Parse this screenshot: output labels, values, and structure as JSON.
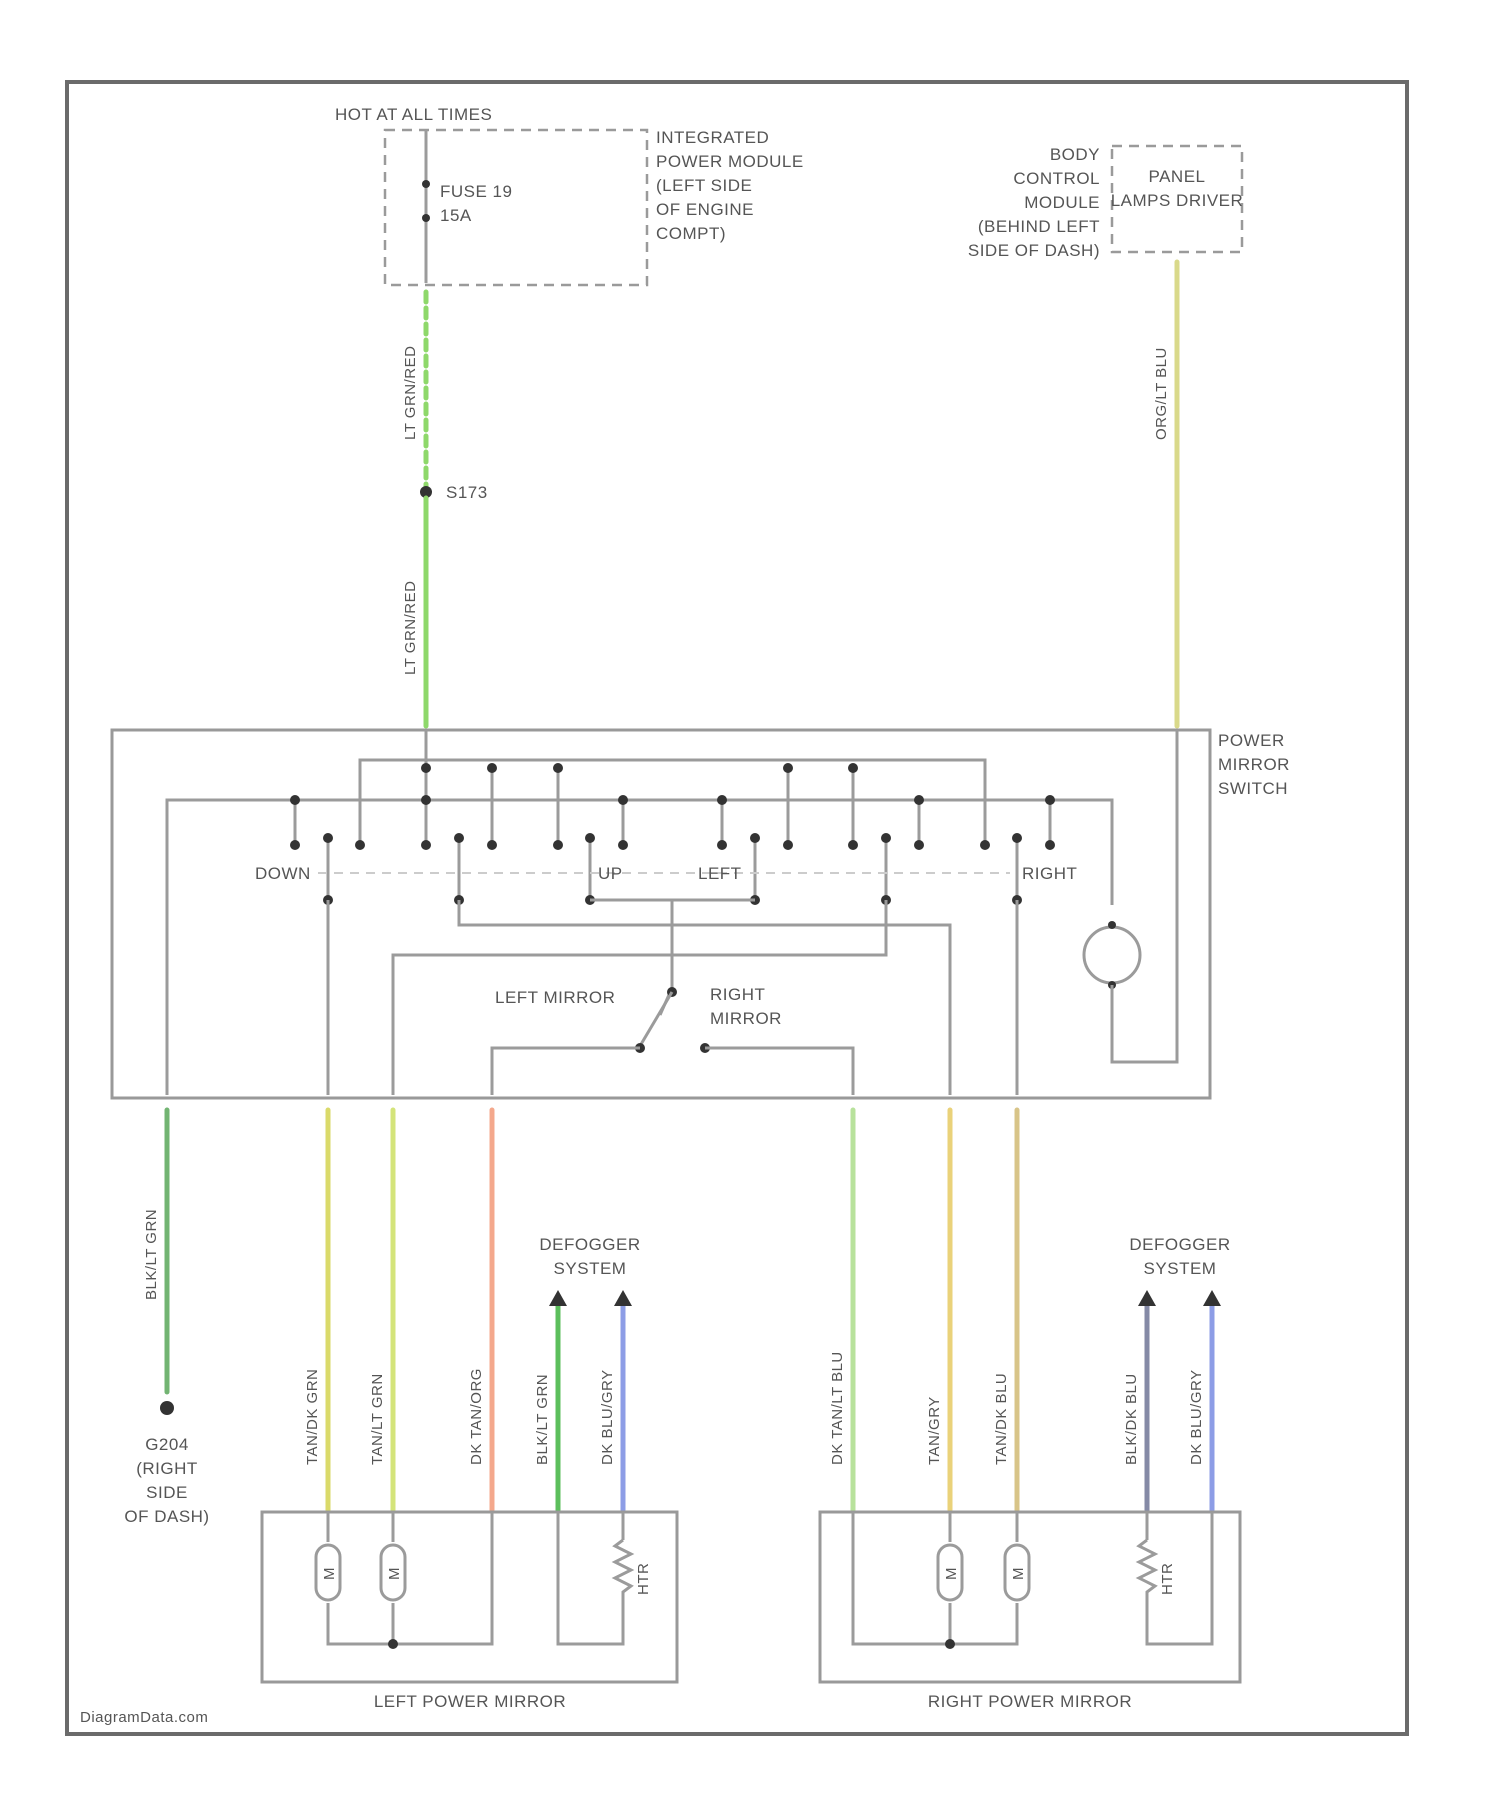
{
  "source": {
    "hot_label": "HOT AT ALL TIMES",
    "module_label": [
      "INTEGRATED",
      "POWER MODULE",
      "(LEFT SIDE",
      "OF ENGINE",
      "COMPT)"
    ],
    "fuse_label": [
      "FUSE 19",
      "15A"
    ]
  },
  "bcm": {
    "label": [
      "BODY",
      "CONTROL",
      "MODULE",
      "(BEHIND LEFT",
      "SIDE OF DASH)"
    ],
    "driver_label": [
      "PANEL",
      "LAMPS DRIVER"
    ]
  },
  "splice_label": "S173",
  "switch": {
    "title": [
      "POWER",
      "MIRROR",
      "SWITCH"
    ],
    "positions": [
      "DOWN",
      "UP",
      "LEFT",
      "RIGHT"
    ],
    "selector_left": "LEFT MIRROR",
    "selector_right": [
      "RIGHT",
      "MIRROR"
    ]
  },
  "ground": {
    "label": [
      "G204",
      "(RIGHT",
      "SIDE",
      "OF DASH)"
    ]
  },
  "defogger_label": [
    "DEFOGGER",
    "SYSTEM"
  ],
  "mirrors": {
    "left_label": "LEFT POWER MIRROR",
    "right_label": "RIGHT POWER MIRROR"
  },
  "wires": {
    "supply_upper": "LT GRN/RED",
    "supply_lower": "LT GRN/RED",
    "illumination": "ORG/LT BLU",
    "ground": "BLK/LT GRN",
    "left_1": "TAN/DK GRN",
    "left_2": "TAN/LT GRN",
    "left_3": "DK TAN/ORG",
    "left_4": "BLK/LT GRN",
    "left_5": "DK BLU/GRY",
    "right_1": "DK TAN/LT BLU",
    "right_2": "TAN/GRY",
    "right_3": "TAN/DK BLU",
    "right_4": "BLK/DK BLU",
    "right_5": "DK BLU/GRY"
  },
  "motor_labels": [
    "M",
    "M",
    "M",
    "M"
  ],
  "heater_labels": [
    "HTR",
    "HTR"
  ],
  "watermark": "DiagramData.com",
  "colors": {
    "lt_grn_red": "#8ed86a",
    "org_lt_blu": "#d9d98a",
    "blk_lt_grn": "#72b472",
    "tan_dk_grn": "#dada6a",
    "tan_lt_grn": "#d4e47a",
    "dk_tan_org": "#f4a88c",
    "left_blk_lt_grn": "#5cbf5c",
    "dk_blu_gry": "#8d9de6",
    "dk_tan_lt_blu": "#b8e29c",
    "tan_gry": "#ead27a",
    "tan_dk_blu": "#d8c488",
    "blk_dk_blu": "#858aa6"
  }
}
